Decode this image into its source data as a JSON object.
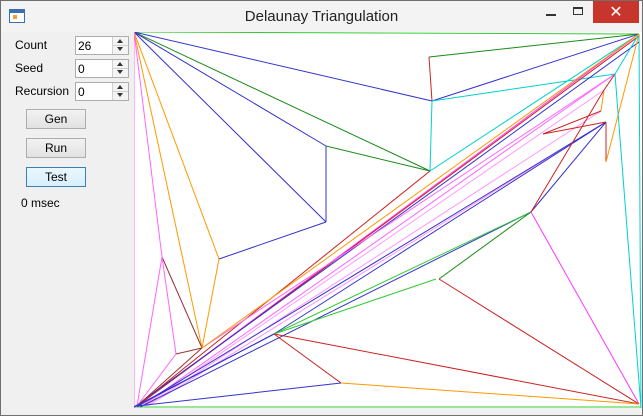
{
  "window": {
    "title": "Delaunay Triangulation",
    "close_glyph": "✕"
  },
  "controls": {
    "count": {
      "label": "Count",
      "value": "26"
    },
    "seed": {
      "label": "Seed",
      "value": "0"
    },
    "recursion": {
      "label": "Recursion",
      "value": "0"
    }
  },
  "buttons": {
    "gen": "Gen",
    "run": "Run",
    "test": "Test"
  },
  "status": {
    "time": "0 msec"
  },
  "icons": {
    "app": "app-window-icon",
    "minimize": "minimize-icon",
    "maximize": "maximize-icon",
    "close": "close-icon"
  },
  "colors": {
    "close": "#c7352c",
    "canvas": "#ffffff"
  }
}
